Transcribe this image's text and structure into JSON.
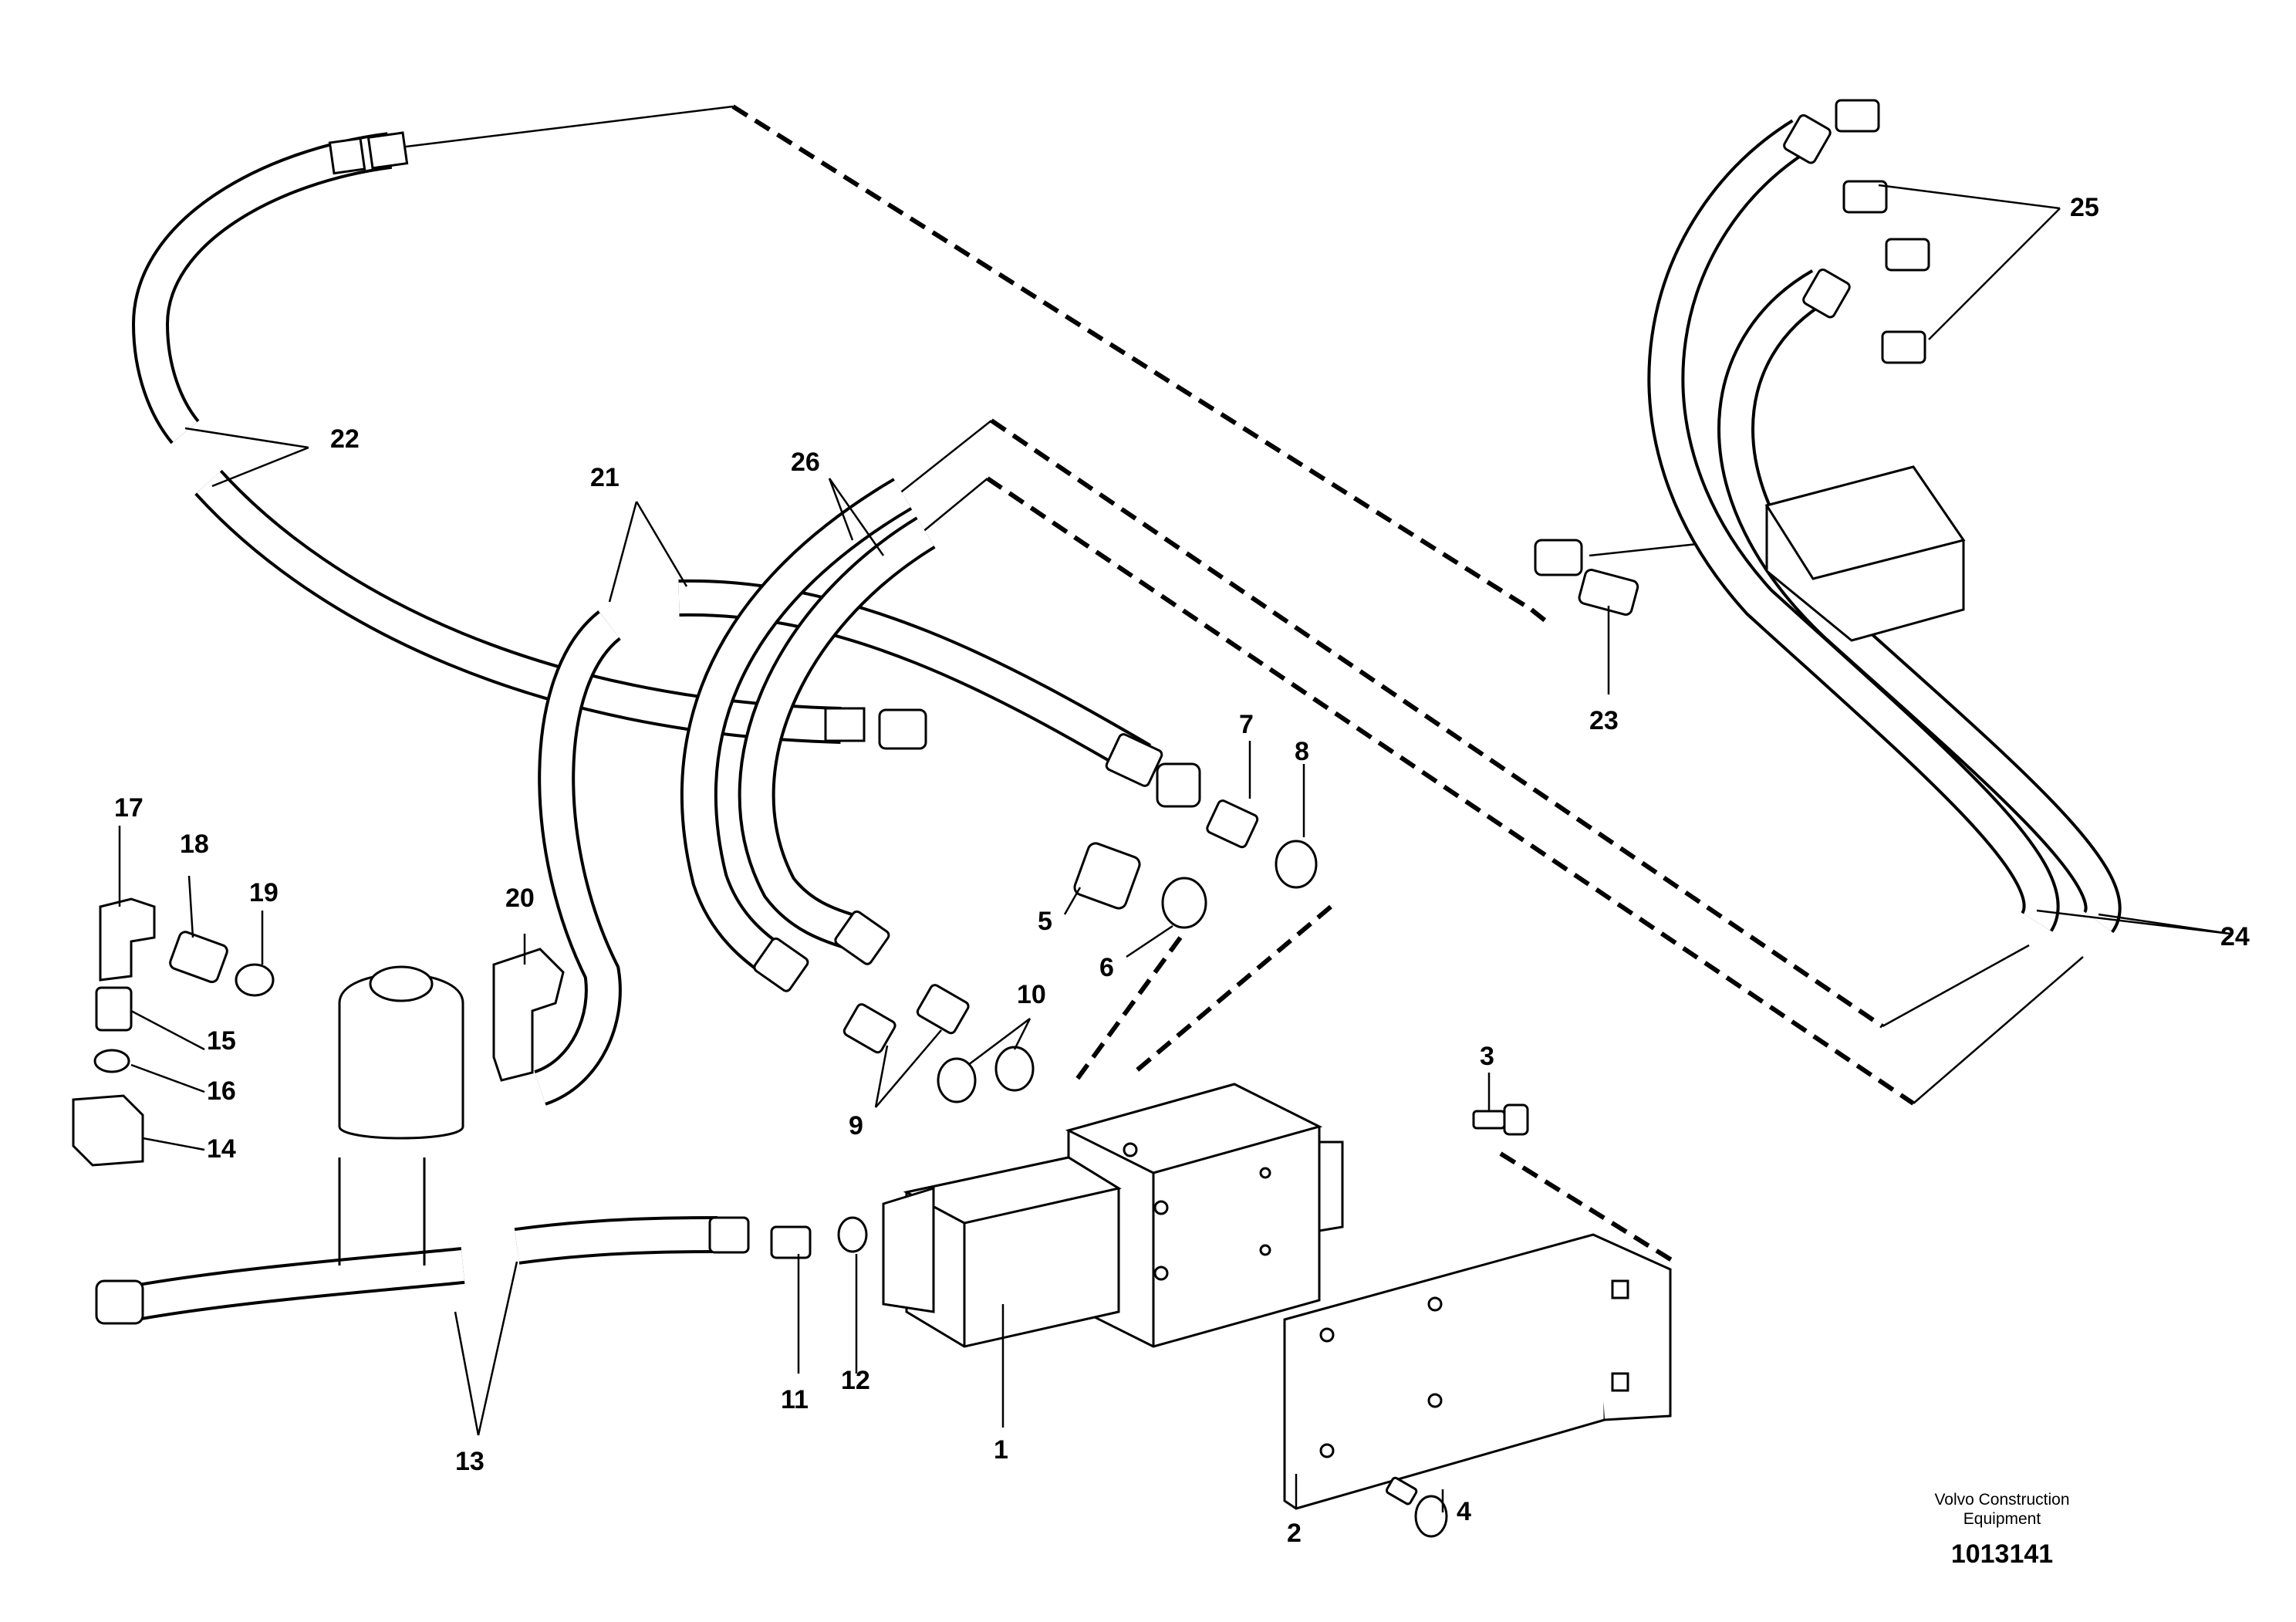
{
  "diagram": {
    "callouts": {
      "c1": "1",
      "c2": "2",
      "c3": "3",
      "c4": "4",
      "c5": "5",
      "c6": "6",
      "c7": "7",
      "c8": "8",
      "c9": "9",
      "c10": "10",
      "c11": "11",
      "c12": "12",
      "c13": "13",
      "c14": "14",
      "c15": "15",
      "c16": "16",
      "c17": "17",
      "c18": "18",
      "c19": "19",
      "c20": "20",
      "c21": "21",
      "c22": "22",
      "c23": "23",
      "c24": "24",
      "c25": "25",
      "c26": "26"
    },
    "caption": {
      "line1": "Volvo Construction",
      "line2": "Equipment",
      "number": "1013141"
    }
  }
}
